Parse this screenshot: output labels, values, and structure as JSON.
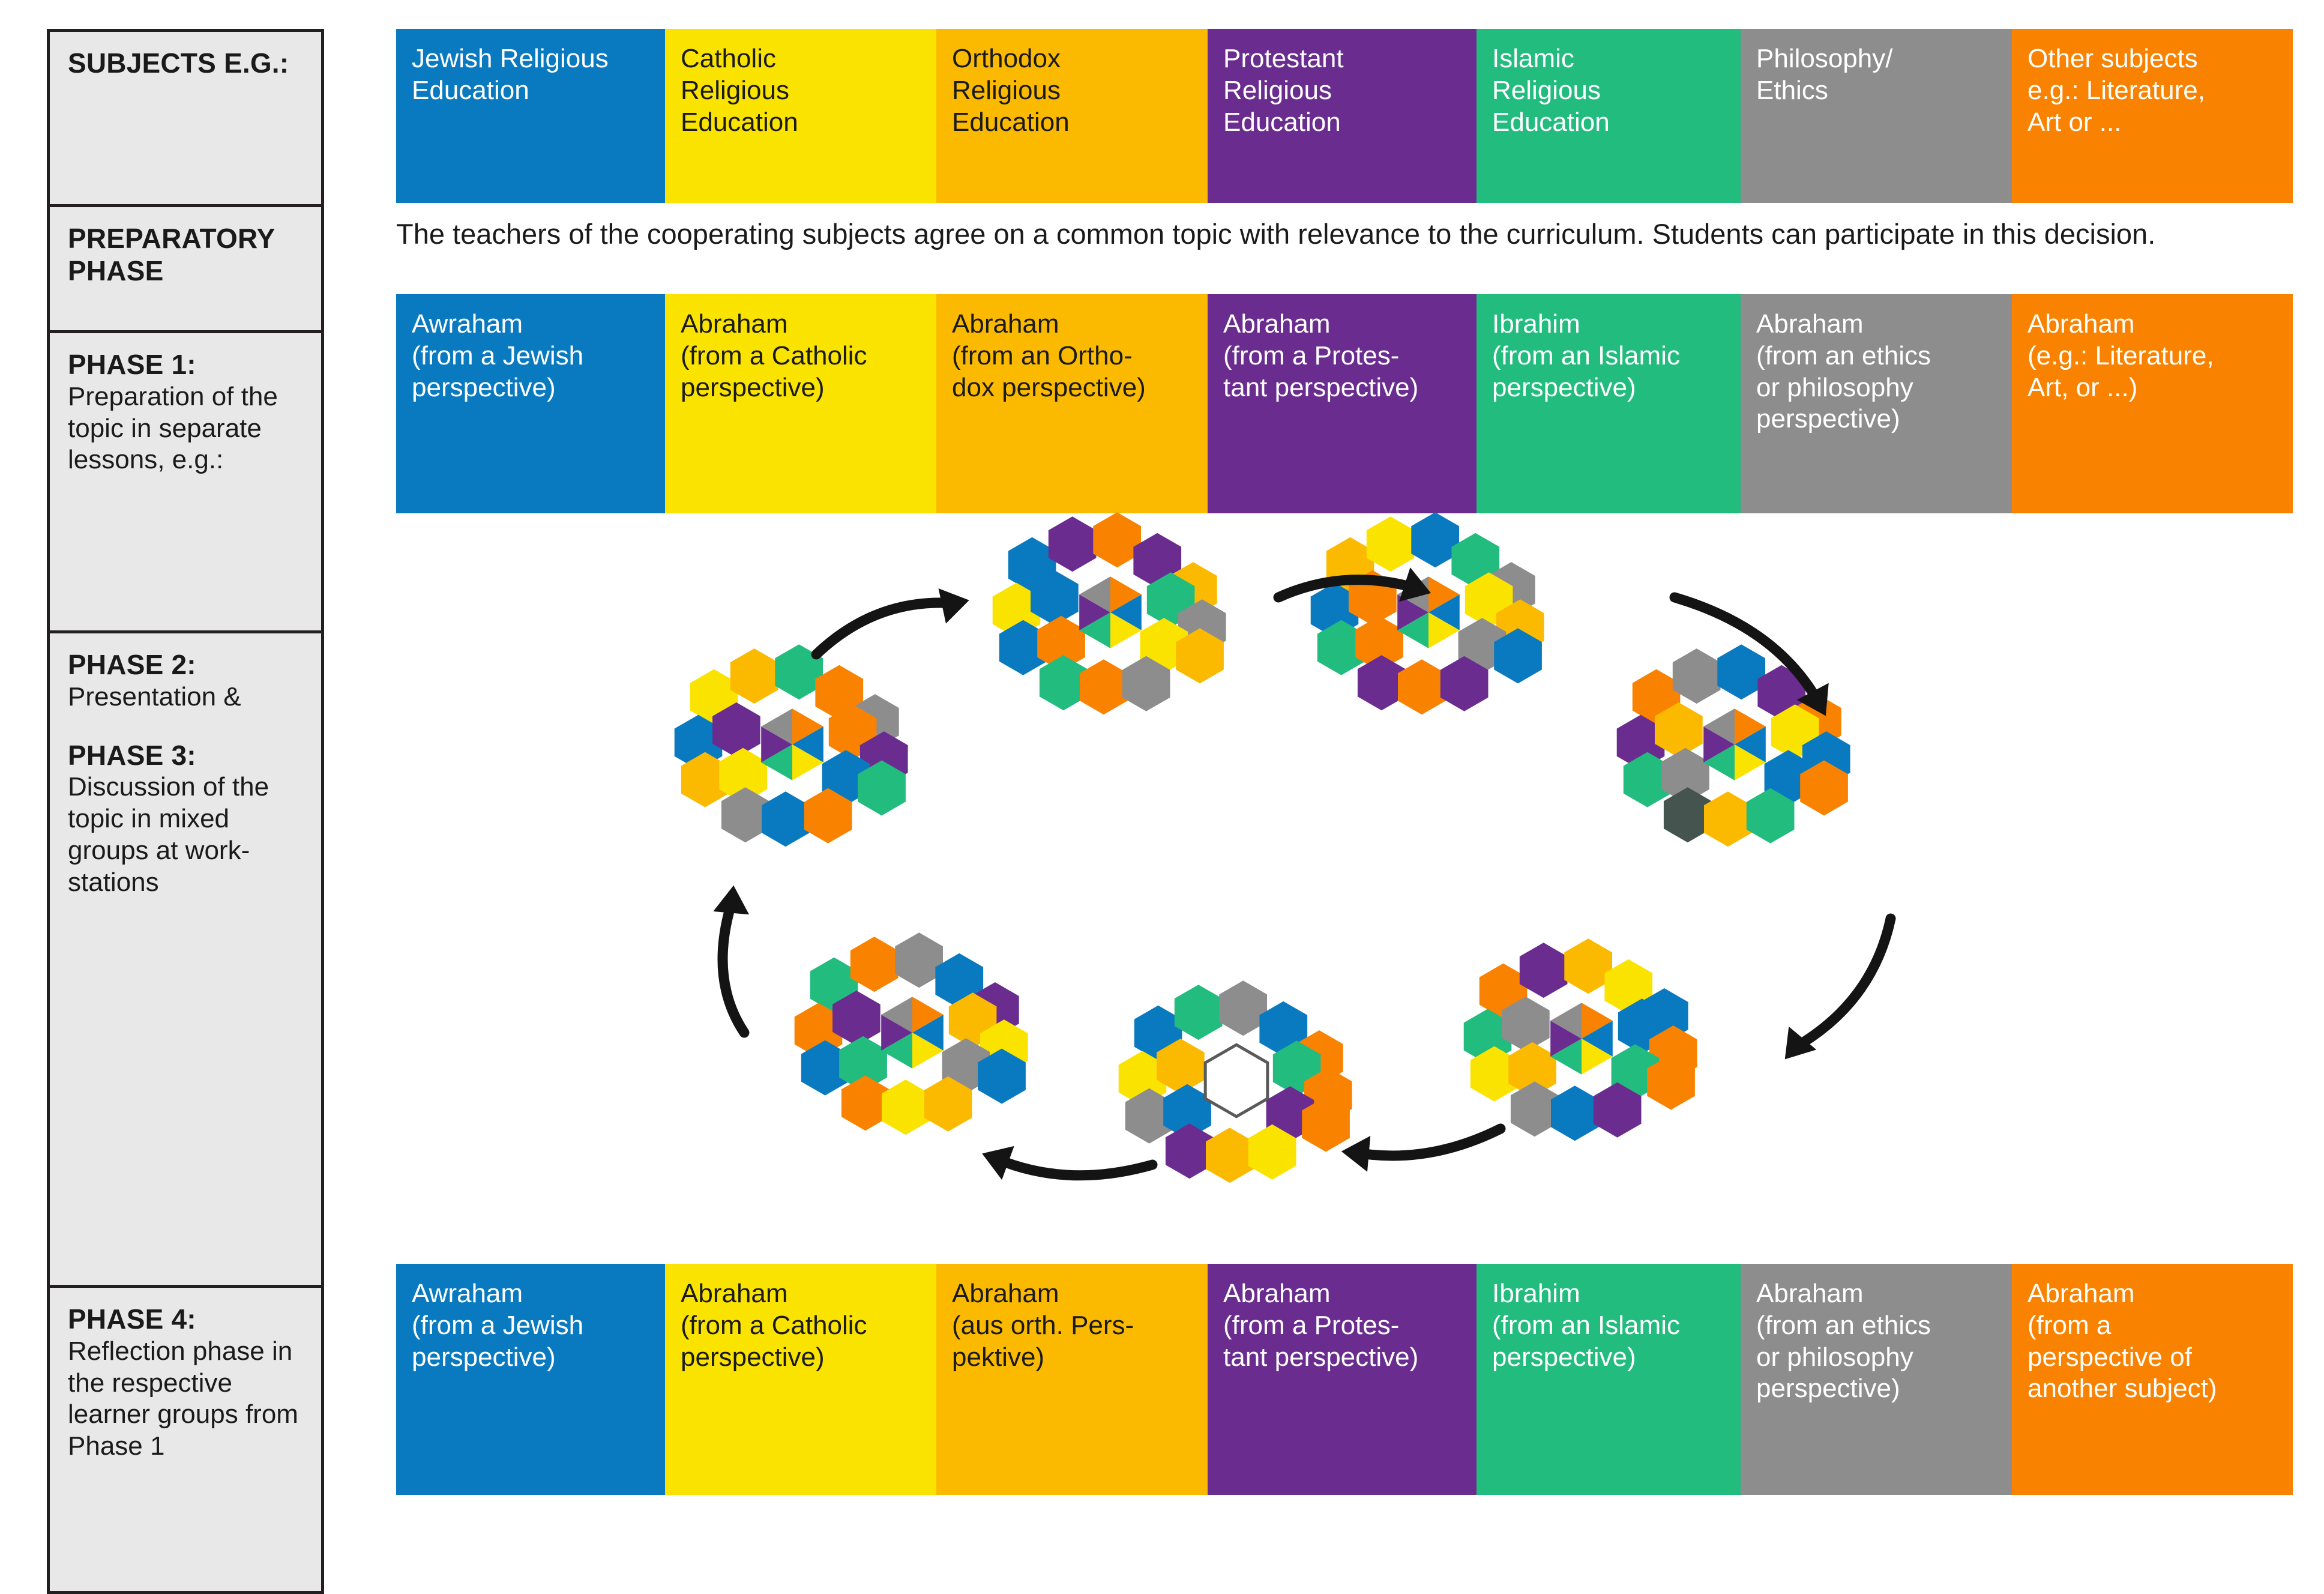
{
  "sidebar": {
    "cells": [
      {
        "title": "SUBJECTS\nE.G.:",
        "body": ""
      },
      {
        "title": "PREPARATORY\nPHASE",
        "body": ""
      },
      {
        "title": "PHASE 1:",
        "body": "Preparation of the\ntopic in separate\nlessons,\ne.g.:"
      },
      {
        "title": "PHASE 2:",
        "body": "Presentation &",
        "title2": "PHASE 3:",
        "body2": "Discussion of the\ntopic in mixed\ngroups at work-\nstations"
      },
      {
        "title": "PHASE 4:",
        "body": "Reflection phase\nin the respective\nlearner groups\nfrom Phase 1"
      }
    ]
  },
  "intro": {
    "text": "The teachers of the cooperating subjects agree on a common topic with relevance to the curriculum. Students can participate in this decision."
  },
  "colors": {
    "jewish": "#0a7ac0",
    "catholic": "#fbe300",
    "orthodox": "#fbba00",
    "protestant": "#6a2c8f",
    "islamic": "#22bc7e",
    "philosophy": "#8d8d8d",
    "other": "#f98300",
    "frame": "#231f20",
    "panel": "#e8e8e8",
    "hex_outline": "#5a5a5a",
    "hex_dark_green": "#46544f"
  },
  "subjects_row": [
    {
      "name": "jewish-religious-education",
      "lines": [
        "Jewish Religious",
        "Education"
      ]
    },
    {
      "name": "catholic-religious-education",
      "lines": [
        "Catholic",
        "Religious",
        "Education"
      ]
    },
    {
      "name": "orthodox-religious-education",
      "lines": [
        "Orthodox",
        "Religious",
        "Education"
      ]
    },
    {
      "name": "protestant-religious-education",
      "lines": [
        "Protestant",
        "Religious",
        "Education"
      ]
    },
    {
      "name": "islamic-religious-education",
      "lines": [
        "Islamic",
        "Religious",
        "Education"
      ]
    },
    {
      "name": "philosophy-ethics",
      "lines": [
        "Philosophy/",
        "Ethics"
      ]
    },
    {
      "name": "other-subjects",
      "lines": [
        "Other subjects",
        "e.g.: Literature,",
        "Art or ..."
      ]
    }
  ],
  "phase1_row": [
    {
      "name": "phase1-jewish",
      "lines": [
        "Awraham",
        "(from a Jewish",
        "perspective)"
      ]
    },
    {
      "name": "phase1-catholic",
      "lines": [
        "Abraham",
        "(from a Catholic",
        "perspective)"
      ]
    },
    {
      "name": "phase1-orthodox",
      "lines": [
        "Abraham",
        "(from an Ortho-",
        "dox perspective)"
      ]
    },
    {
      "name": "phase1-protestant",
      "lines": [
        "Abraham",
        "(from a Protes-",
        "tant perspective)"
      ]
    },
    {
      "name": "phase1-islamic",
      "lines": [
        "Ibrahim",
        "(from an Islamic",
        "perspective)"
      ]
    },
    {
      "name": "phase1-philosophy",
      "lines": [
        "Abraham",
        "(from an ethics",
        "or philosophy",
        "perspective)"
      ]
    },
    {
      "name": "phase1-other",
      "lines": [
        "Abraham",
        "(e.g.: Literature,",
        "Art, or ...)"
      ]
    }
  ],
  "phase4_row": [
    {
      "name": "phase4-jewish",
      "lines": [
        "Awraham",
        "(from a Jewish",
        "perspective)"
      ]
    },
    {
      "name": "phase4-catholic",
      "lines": [
        "Abraham",
        "(from a Catholic",
        "perspective)"
      ]
    },
    {
      "name": "phase4-orthodox",
      "lines": [
        "Abraham",
        "(aus orth. Pers-",
        "pektive)"
      ]
    },
    {
      "name": "phase4-protestant",
      "lines": [
        "Abraham",
        "(from a Protes-",
        "tant perspective)"
      ]
    },
    {
      "name": "phase4-islamic",
      "lines": [
        "Ibrahim",
        "(from an Islamic",
        "perspective)"
      ]
    },
    {
      "name": "phase4-philosophy",
      "lines": [
        "Abraham",
        "(from an ethics",
        "or philosophy",
        "perspective)"
      ]
    },
    {
      "name": "phase4-other",
      "lines": [
        "Abraham",
        "(from a",
        "perspective of",
        "another subject)"
      ]
    }
  ],
  "cycle": {
    "station_count": 6,
    "arrow_count": 6,
    "center_wedge_colors": [
      "#f98300",
      "#0a7ac0",
      "#fbe300",
      "#22bc7e",
      "#6a2c8f",
      "#8d8d8d"
    ],
    "stations": [
      {
        "name": "station-top-left",
        "center_filled": true
      },
      {
        "name": "station-top-mid",
        "center_filled": true
      },
      {
        "name": "station-right",
        "center_filled": true
      },
      {
        "name": "station-bottom-right",
        "center_filled": true
      },
      {
        "name": "station-bottom-mid",
        "center_filled": false
      },
      {
        "name": "station-bottom-left",
        "center_filled": true
      }
    ]
  }
}
